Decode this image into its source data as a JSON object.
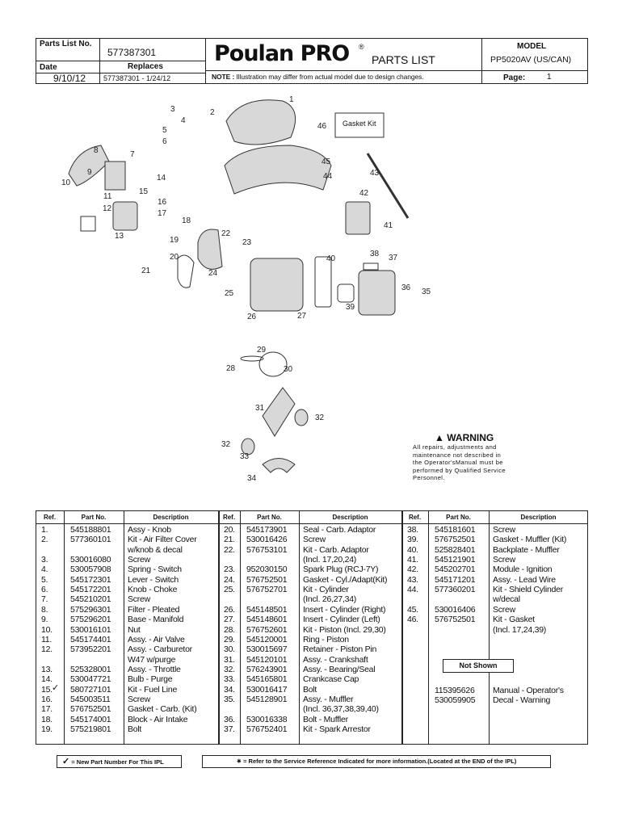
{
  "header": {
    "parts_list_no_label": "Parts List No.",
    "parts_list_no": "577387301",
    "date_label": "Date",
    "date": "9/10/12",
    "replaces_label": "Replaces",
    "replaces": "577387301 - 1/24/12",
    "brand": "Poulan PRO",
    "registered": "®",
    "title": "PARTS LIST",
    "note_label": "NOTE :",
    "note": "Illustration may differ from actual model due to design changes.",
    "model_label": "MODEL",
    "model": "PP5020AV (US/CAN)",
    "page_label": "Page:",
    "page": "1"
  },
  "diagram": {
    "callouts": [
      "1",
      "2",
      "3",
      "4",
      "5",
      "6",
      "7",
      "8",
      "9",
      "10",
      "11",
      "12",
      "13",
      "14",
      "15",
      "16",
      "17",
      "18",
      "19",
      "20",
      "21",
      "22",
      "23",
      "24",
      "25",
      "26",
      "27",
      "28",
      "29",
      "30",
      "31",
      "32",
      "32",
      "33",
      "34",
      "35",
      "36",
      "37",
      "38",
      "39",
      "40",
      "41",
      "42",
      "43",
      "44",
      "45",
      "46"
    ],
    "gasket_kit_label": "Gasket Kit",
    "warning_title": "WARNING",
    "warning_text": [
      "All repairs, adjustments and",
      "maintenance not described in",
      "the Operator'sManual must be",
      "performed by Qualified Service",
      "Personnel."
    ]
  },
  "table": {
    "headers": {
      "ref": "Ref.",
      "part": "Part No.",
      "desc": "Description"
    },
    "columns": [
      [
        [
          "1.",
          "545188801",
          "Assy - Knob"
        ],
        [
          "2.",
          "577360101",
          "Kit - Air Filter Cover"
        ],
        [
          "",
          "",
          "  w/knob & decal"
        ],
        [
          "3.",
          "530016080",
          "Screw"
        ],
        [
          "4.",
          "530057908",
          "Spring - Switch"
        ],
        [
          "5.",
          "545172301",
          "Lever - Switch"
        ],
        [
          "6.",
          "545172201",
          "Knob - Choke"
        ],
        [
          "7.",
          "545210201",
          "Screw"
        ],
        [
          "8.",
          "575296301",
          "Filter - Pleated"
        ],
        [
          "9.",
          "575296201",
          "Base - Manifold"
        ],
        [
          "10.",
          "530016101",
          "Nut"
        ],
        [
          "11.",
          "545174401",
          "Assy. - Air Valve"
        ],
        [
          "12.",
          "573952201",
          "Assy. - Carburetor"
        ],
        [
          "",
          "",
          "  W47 w/purge"
        ],
        [
          "13.",
          "525328001",
          "Assy. - Throttle"
        ],
        [
          "14.",
          "530047721",
          "Bulb - Purge"
        ],
        [
          "15.",
          "580727101",
          "Kit - Fuel Line"
        ],
        [
          "16.",
          "545003511",
          "Screw"
        ],
        [
          "17.",
          "576752501",
          "Gasket - Carb. (Kit)"
        ],
        [
          "18.",
          "545174001",
          "Block - Air Intake"
        ],
        [
          "19.",
          "575219801",
          "Bolt"
        ]
      ],
      [
        [
          "20.",
          "545173901",
          "Seal - Carb. Adaptor"
        ],
        [
          "21.",
          "530016426",
          "Screw"
        ],
        [
          "22.",
          "576753101",
          "Kit - Carb. Adaptor"
        ],
        [
          "",
          "",
          "  (Incl. 17,20,24)"
        ],
        [
          "23.",
          "952030150",
          "Spark Plug (RCJ-7Y)"
        ],
        [
          "24.",
          "576752501",
          "Gasket - Cyl./Adapt(Kit)"
        ],
        [
          "25.",
          "576752701",
          "Kit - Cylinder"
        ],
        [
          "",
          "",
          "  (Incl. 26,27,34)"
        ],
        [
          "26.",
          "545148501",
          "Insert - Cylinder (Right)"
        ],
        [
          "27.",
          "545148601",
          "Insert - Cylinder (Left)"
        ],
        [
          "28.",
          "576752601",
          "Kit - Piston (Incl. 29,30)"
        ],
        [
          "29.",
          "545120001",
          "Ring - Piston"
        ],
        [
          "30.",
          "530015697",
          "Retainer - Piston Pin"
        ],
        [
          "31.",
          "545120101",
          "Assy. - Crankshaft"
        ],
        [
          "32.",
          "576243901",
          "Assy. - Bearing/Seal"
        ],
        [
          "33.",
          "545165801",
          "Crankcase Cap"
        ],
        [
          "34.",
          "530016417",
          "Bolt"
        ],
        [
          "35.",
          "545128901",
          "Assy. - Muffler"
        ],
        [
          "",
          "",
          "  (Incl. 36,37,38,39,40)"
        ],
        [
          "36.",
          "530016338",
          "Bolt - Muffler"
        ],
        [
          "37.",
          "576752401",
          "Kit - Spark Arrestor"
        ]
      ],
      [
        [
          "38.",
          "545181601",
          "Screw"
        ],
        [
          "39.",
          "576752501",
          "Gasket - Muffler (Kit)"
        ],
        [
          "40.",
          "525828401",
          "Backplate - Muffler"
        ],
        [
          "41.",
          "545121901",
          "Screw"
        ],
        [
          "42.",
          "545202701",
          "Module - Ignition"
        ],
        [
          "43.",
          "545171201",
          "Assy. - Lead Wire"
        ],
        [
          "44.",
          "577360201",
          "Kit - Shield Cylinder"
        ],
        [
          "",
          "",
          "  w/decal"
        ],
        [
          "45.",
          "530016406",
          "Screw"
        ],
        [
          "46.",
          "576752501",
          "Kit - Gasket"
        ],
        [
          "",
          "",
          "  (Incl. 17,24,39)"
        ]
      ]
    ],
    "not_shown_label": "Not Shown",
    "not_shown": [
      [
        "",
        "115395626",
        "Manual - Operator's"
      ],
      [
        "",
        "530059905",
        "Decal - Warning"
      ]
    ]
  },
  "legend": {
    "new_part": "= New Part Number For This IPL",
    "service_ref": "= Refer to the Service Reference Indicated for more information.(Located at the END of the IPL)"
  }
}
